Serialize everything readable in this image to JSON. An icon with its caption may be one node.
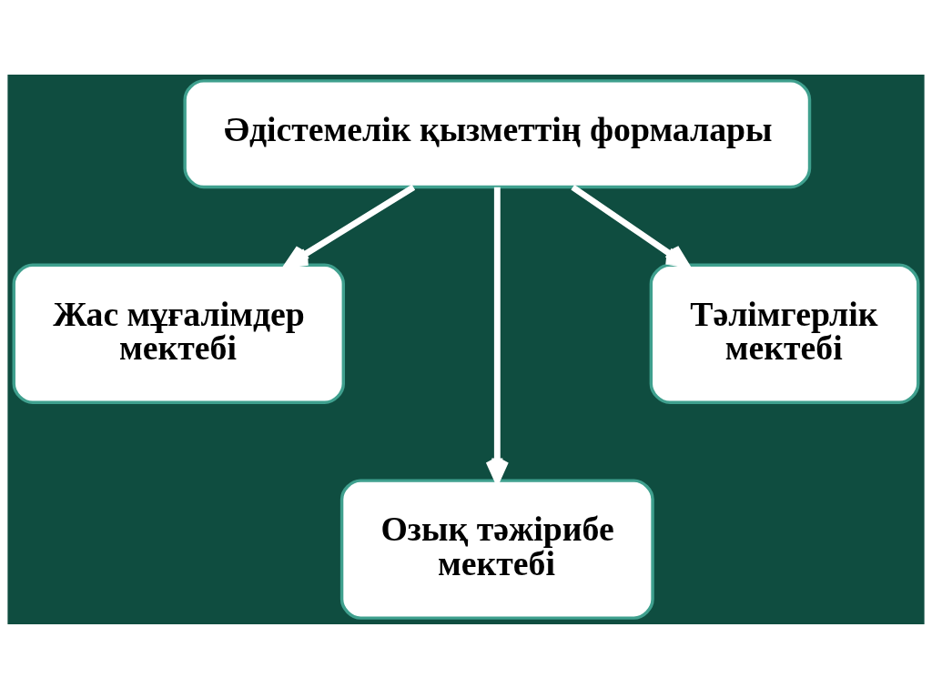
{
  "diagram": {
    "nodes": [
      {
        "text": [
          "Әдістемелік қызметтің формалары"
        ]
      },
      {
        "text": [
          "Жас мұғалімдер мектебі"
        ]
      },
      {
        "text": [
          "Тәлімгерлік мектебі"
        ]
      },
      {
        "text": [
          "Озық тәжірибе мектебі"
        ]
      }
    ],
    "edges": [
      {
        "from": 0,
        "to": 1,
        "arrow": "to"
      },
      {
        "from": 0,
        "to": 3,
        "arrow": "to"
      },
      {
        "from": 0,
        "to": 2,
        "arrow": "to"
      }
    ]
  }
}
